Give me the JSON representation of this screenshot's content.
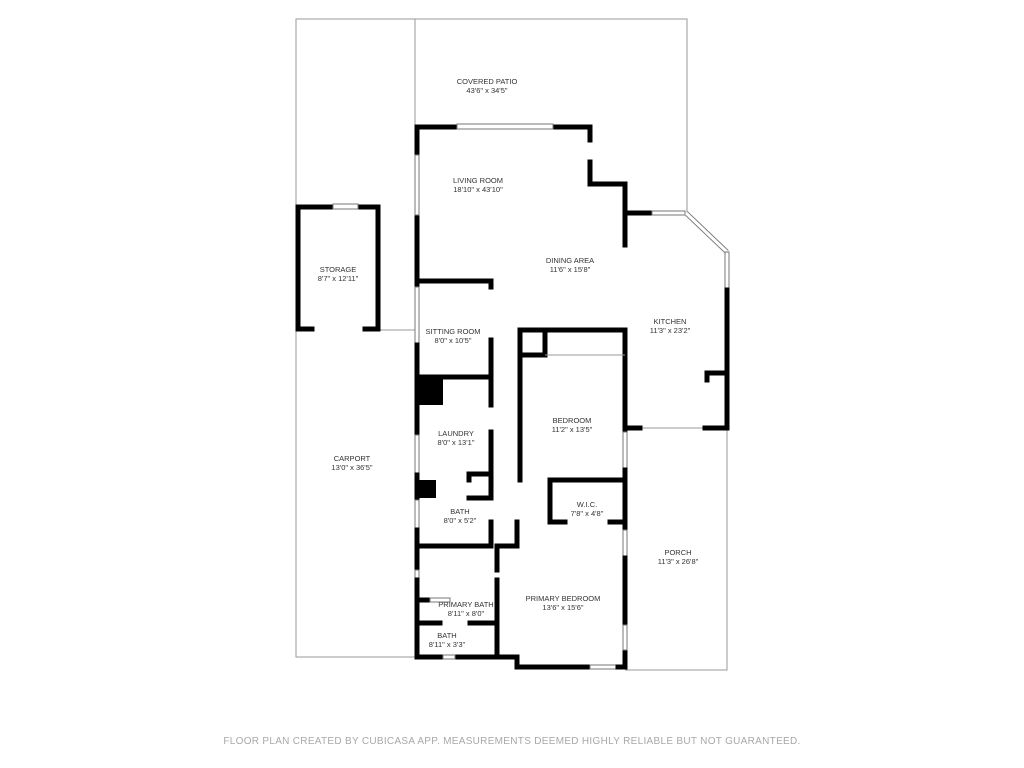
{
  "rooms": [
    {
      "name": "COVERED PATIO",
      "size": "43'6\" x 34'5\""
    },
    {
      "name": "LIVING ROOM",
      "size": "18'10\" x 43'10\""
    },
    {
      "name": "STORAGE",
      "size": "8'7\" x 12'11\""
    },
    {
      "name": "DINING AREA",
      "size": "11'6\" x 15'8\""
    },
    {
      "name": "KITCHEN",
      "size": "11'3\" x 23'2\""
    },
    {
      "name": "SITTING ROOM",
      "size": "8'0\" x 10'5\""
    },
    {
      "name": "BEDROOM",
      "size": "11'2\" x 13'5\""
    },
    {
      "name": "LAUNDRY",
      "size": "8'0\" x 13'1\""
    },
    {
      "name": "CARPORT",
      "size": "13'0\" x 36'5\""
    },
    {
      "name": "W.I.C.",
      "size": "7'8\" x 4'8\""
    },
    {
      "name": "BATH",
      "size": "8'0\" x 5'2\""
    },
    {
      "name": "PORCH",
      "size": "11'3\" x 26'8\""
    },
    {
      "name": "PRIMARY BEDROOM",
      "size": "13'6\" x 15'6\""
    },
    {
      "name": "PRIMARY BATH",
      "size": "8'11\" x 8'0\""
    },
    {
      "name": "BATH",
      "size": "8'11\" x 3'3\""
    }
  ],
  "footer": "FLOOR PLAN CREATED BY CUBICASA APP. MEASUREMENTS DEEMED HIGHLY RELIABLE BUT NOT GUARANTEED."
}
